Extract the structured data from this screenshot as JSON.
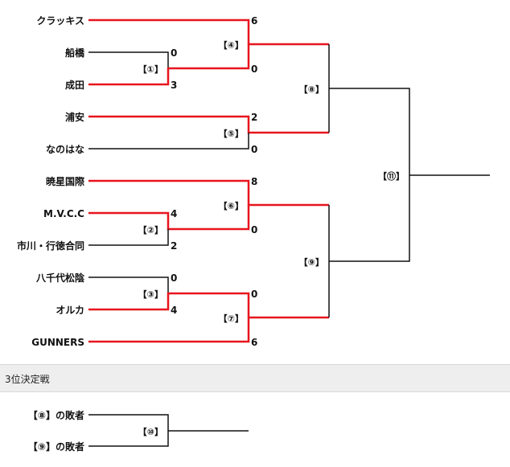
{
  "main_bracket": {
    "teams": [
      {
        "name": "クラッキス"
      },
      {
        "name": "船橋"
      },
      {
        "name": "成田"
      },
      {
        "name": "浦安"
      },
      {
        "name": "なのはな"
      },
      {
        "name": "暁星国際"
      },
      {
        "name": "M.V.C.C"
      },
      {
        "name": "市川・行徳合同"
      },
      {
        "name": "八千代松陰"
      },
      {
        "name": "オルカ"
      },
      {
        "name": "GUNNERS"
      }
    ],
    "matches": [
      {
        "label": "【①】",
        "score_top": "0",
        "score_bottom": "3"
      },
      {
        "label": "【②】",
        "score_top": "4",
        "score_bottom": "2"
      },
      {
        "label": "【③】",
        "score_top": "0",
        "score_bottom": "4"
      },
      {
        "label": "【④】",
        "score_top": "6",
        "score_bottom": "0"
      },
      {
        "label": "【⑤】",
        "score_top": "2",
        "score_bottom": "0"
      },
      {
        "label": "【⑥】",
        "score_top": "8",
        "score_bottom": "0"
      },
      {
        "label": "【⑦】",
        "score_top": "0",
        "score_bottom": "6"
      },
      {
        "label": "【⑧】"
      },
      {
        "label": "【⑨】"
      },
      {
        "label": "【⑪】"
      }
    ]
  },
  "third_place": {
    "heading": "3位決定戦",
    "entrants": [
      "【⑧】の敗者",
      "【⑨】の敗者"
    ],
    "match_label": "【⑩】"
  },
  "colors": {
    "winner_line": "#e8141e",
    "normal_line": "#111111",
    "section_background": "#eeeeee"
  }
}
